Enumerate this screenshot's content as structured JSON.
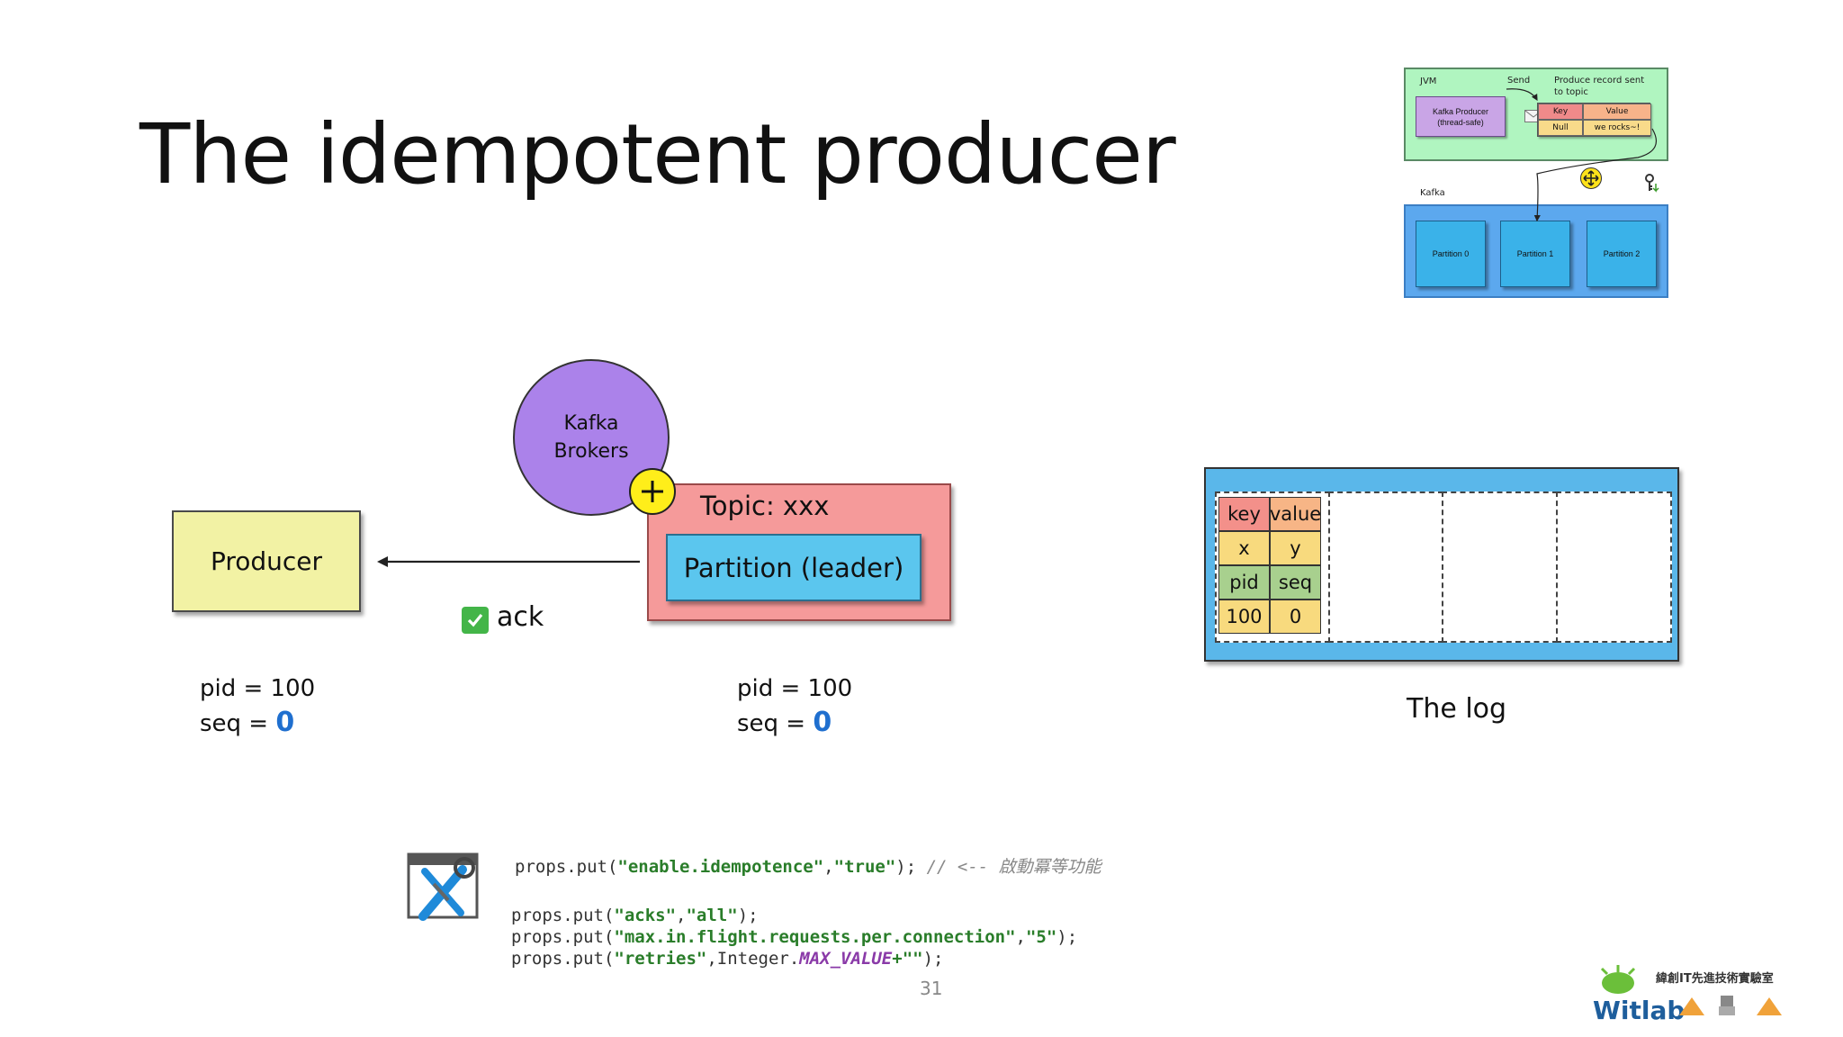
{
  "title": "The idempotent producer",
  "mini_diagram": {
    "jvm_label": "JVM",
    "send_label": "Send",
    "produce_line1": "Produce record sent",
    "produce_line2": "to topic",
    "producer_line1": "Kafka Producer",
    "producer_line2": "(thread-safe)",
    "record": {
      "key_header": "Key",
      "value_header": "Value",
      "key": "Null",
      "value": "we rocks~!"
    },
    "kafka_label": "Kafka",
    "partitions": [
      "Partition 0",
      "Partition 1",
      "Partition 2"
    ]
  },
  "producer_label": "Producer",
  "brokers": {
    "line1": "Kafka",
    "line2": "Brokers"
  },
  "topic_label": "Topic: xxx",
  "partition_label": "Partition (leader)",
  "ack_label": "ack",
  "producer_state": {
    "pid": "pid = 100",
    "seq_prefix": "seq = ",
    "seq": "0"
  },
  "broker_state": {
    "pid": "pid = 100",
    "seq_prefix": "seq = ",
    "seq": "0"
  },
  "log": {
    "label": "The log",
    "record": {
      "key_header": "key",
      "value_header": "value",
      "key": "x",
      "value": "y",
      "pid_header": "pid",
      "seq_header": "seq",
      "pid": "100",
      "seq": "0"
    }
  },
  "code": {
    "line1": {
      "a": "props.put(",
      "b": "\"enable.idempotence\"",
      "c": ",",
      "d": "\"true\"",
      "e": "); ",
      "comment": "// <-- 啟動冪等功能"
    },
    "line2": {
      "a": "props.put(",
      "b": "\"acks\"",
      "c": ",",
      "d": "\"all\"",
      "e": ");"
    },
    "line3": {
      "a": "props.put(",
      "b": "\"max.in.flight.requests.per.connection\"",
      "c": ",",
      "d": "\"5\"",
      "e": ");"
    },
    "line4": {
      "a": "props.put(",
      "b": "\"retries\"",
      "c": ",Integer.",
      "k": "MAX_VALUE",
      "d": "+\"\"",
      "e": ");"
    }
  },
  "page_number": "31",
  "logo": {
    "name": "Witlab",
    "tagline": "緯創IT先進技術實驗室"
  }
}
